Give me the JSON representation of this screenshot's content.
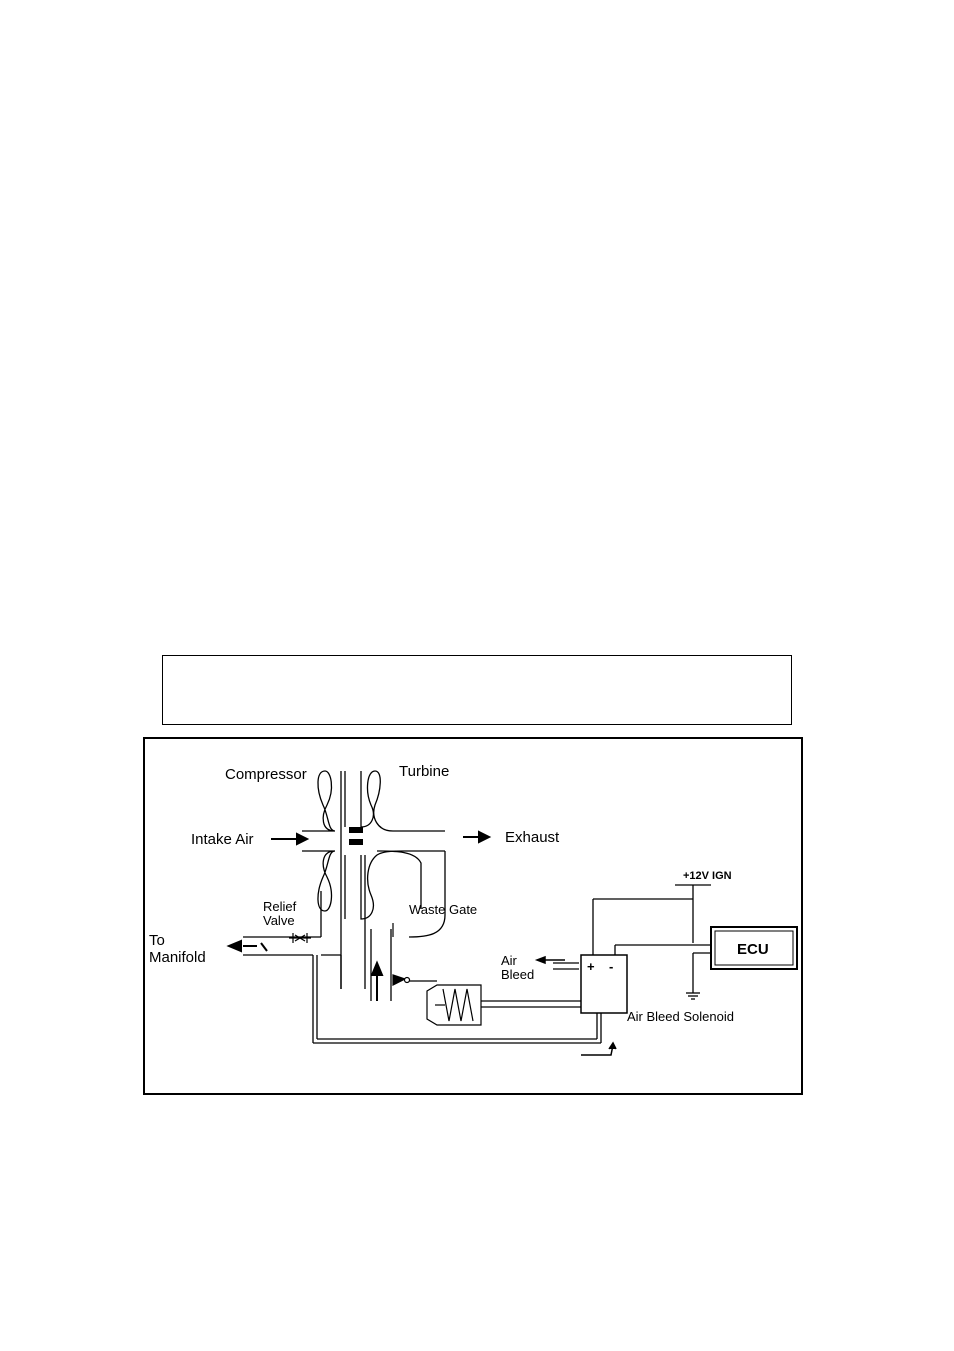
{
  "caption": "",
  "labels": {
    "compressor": "Compressor",
    "turbine": "Turbine",
    "intake_air": "Intake Air",
    "exhaust": "Exhaust",
    "relief_valve_line1": "Relief",
    "relief_valve_line2": "Valve",
    "waste_gate": "Waste Gate",
    "to_manifold_line1": "To",
    "to_manifold_line2": "Manifold",
    "air_bleed_line1": "Air",
    "air_bleed_line2": "Bleed",
    "plus": "+",
    "minus": "-",
    "air_bleed_solenoid": "Air Bleed Solenoid",
    "ign": "+12V IGN",
    "ecu": "ECU"
  }
}
